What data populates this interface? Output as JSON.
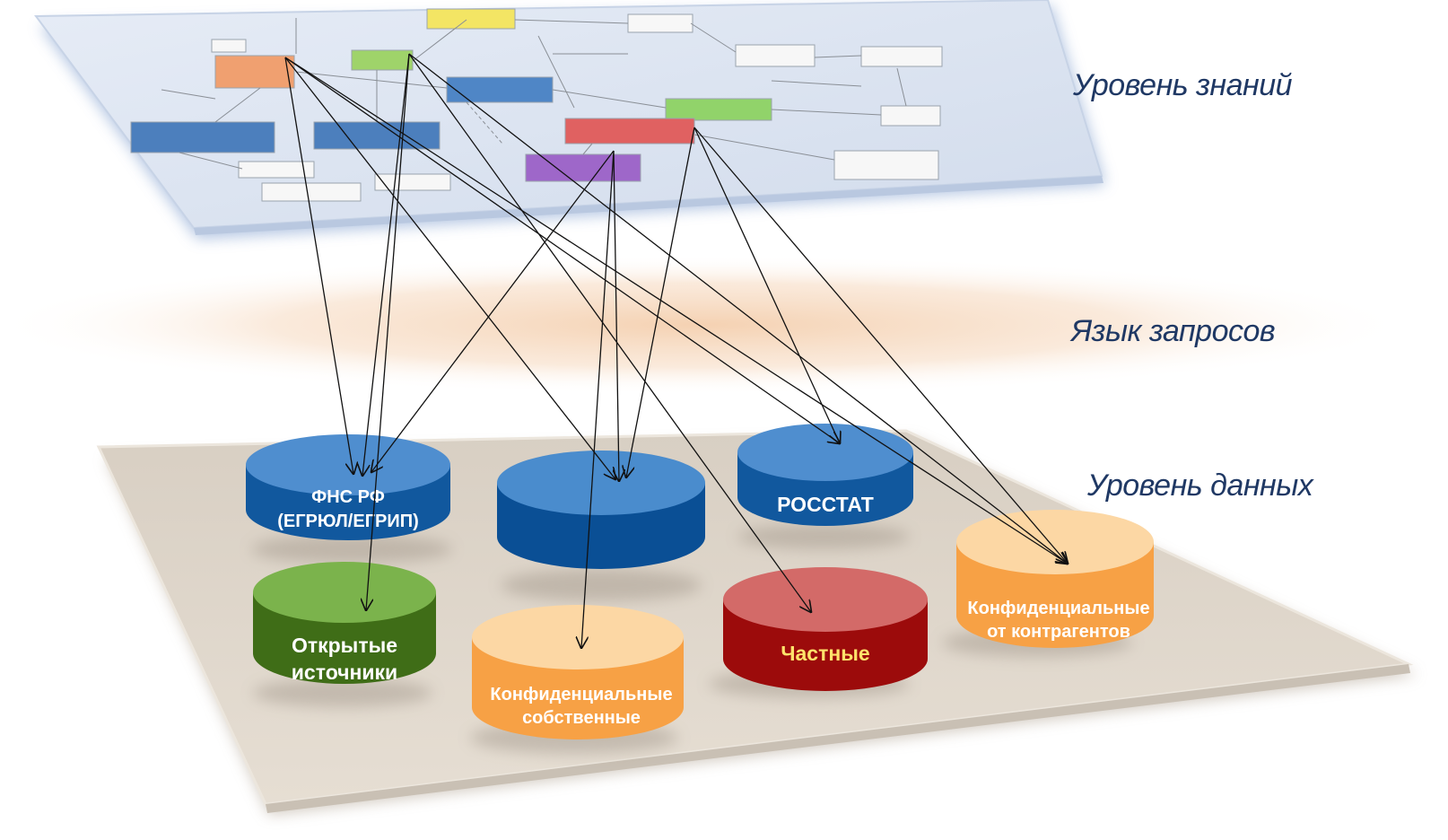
{
  "layers": {
    "knowledge": "Уровень знаний",
    "query": "Язык запросов",
    "data": "Уровень данных"
  },
  "sources": {
    "fns": {
      "line1": "ФНС РФ",
      "line2": "(ЕГРЮЛ/ЕГРИП)",
      "color": "#1e5fa3"
    },
    "unlabeled": {
      "color": "#11589e"
    },
    "rosstat": {
      "line1": "РОССТАТ",
      "color": "#1e5fa3"
    },
    "open": {
      "line1": "Открытые",
      "line2": "источники",
      "color": "#4b7a1e"
    },
    "own": {
      "line1": "Конфиденциальные",
      "line2": "собственные",
      "color": "#f7a84a"
    },
    "private": {
      "line1": "Частные",
      "color": "#a51010"
    },
    "contractors": {
      "line1": "Конфиденциальные",
      "line2": "от контрагентов",
      "color": "#f7a84a"
    }
  },
  "colors": {
    "knowledge_plane": "#dde6f3",
    "data_plane": "#ddd3c6",
    "query_glow": "#f7d9bd",
    "arrow": "#111111",
    "label": "#1f3864"
  }
}
